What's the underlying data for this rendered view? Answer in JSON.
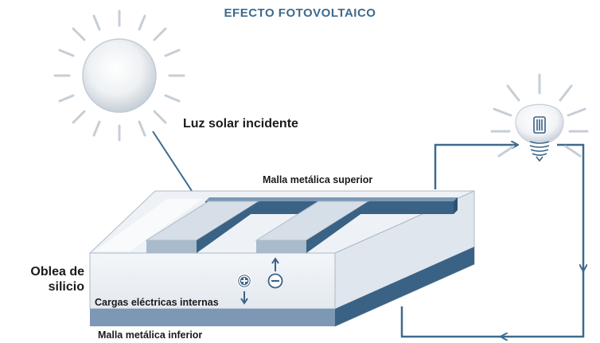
{
  "title": "EFECTO FOTOVOLTAICO",
  "labels": {
    "incident_light": "Luz solar incidente",
    "top_grid": "Malla metálica superior",
    "wafer_line1": "Oblea de",
    "wafer_line2": "silicio",
    "internal_charges": "Cargas eléctricas internas",
    "bottom_grid": "Malla metálica inferior"
  },
  "colors": {
    "title": "#3d6a8e",
    "metal_dark": "#3a6285",
    "wafer_light": "#d9e1ea",
    "wafer_top": "#eef2f6",
    "wire": "#3d6a8e",
    "sun_rays": "#c6ced6"
  },
  "icons": [
    "sun-icon",
    "light-bulb-icon",
    "positive-charge-icon",
    "negative-charge-icon"
  ]
}
